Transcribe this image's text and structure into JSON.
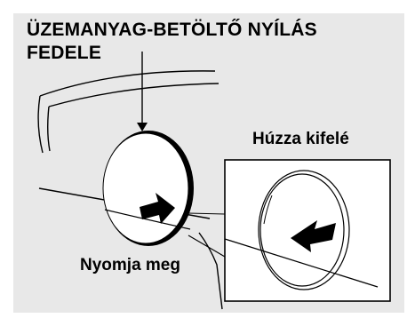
{
  "labels": {
    "title_line1": "ÜZEMANYAG-BETÖLTŐ NYÍLÁS",
    "title_line2": "FEDELE",
    "pull": "Húzza kifelé",
    "press": "Nyomja meg"
  }
}
